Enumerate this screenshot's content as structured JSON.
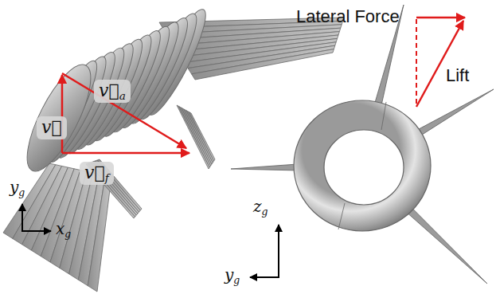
{
  "diagram": {
    "labels": [
      "v⃗a",
      "v⃗",
      "v⃗f",
      "yg",
      "xg",
      "Lateral Force",
      "Lift",
      "zg",
      "yg"
    ]
  }
}
